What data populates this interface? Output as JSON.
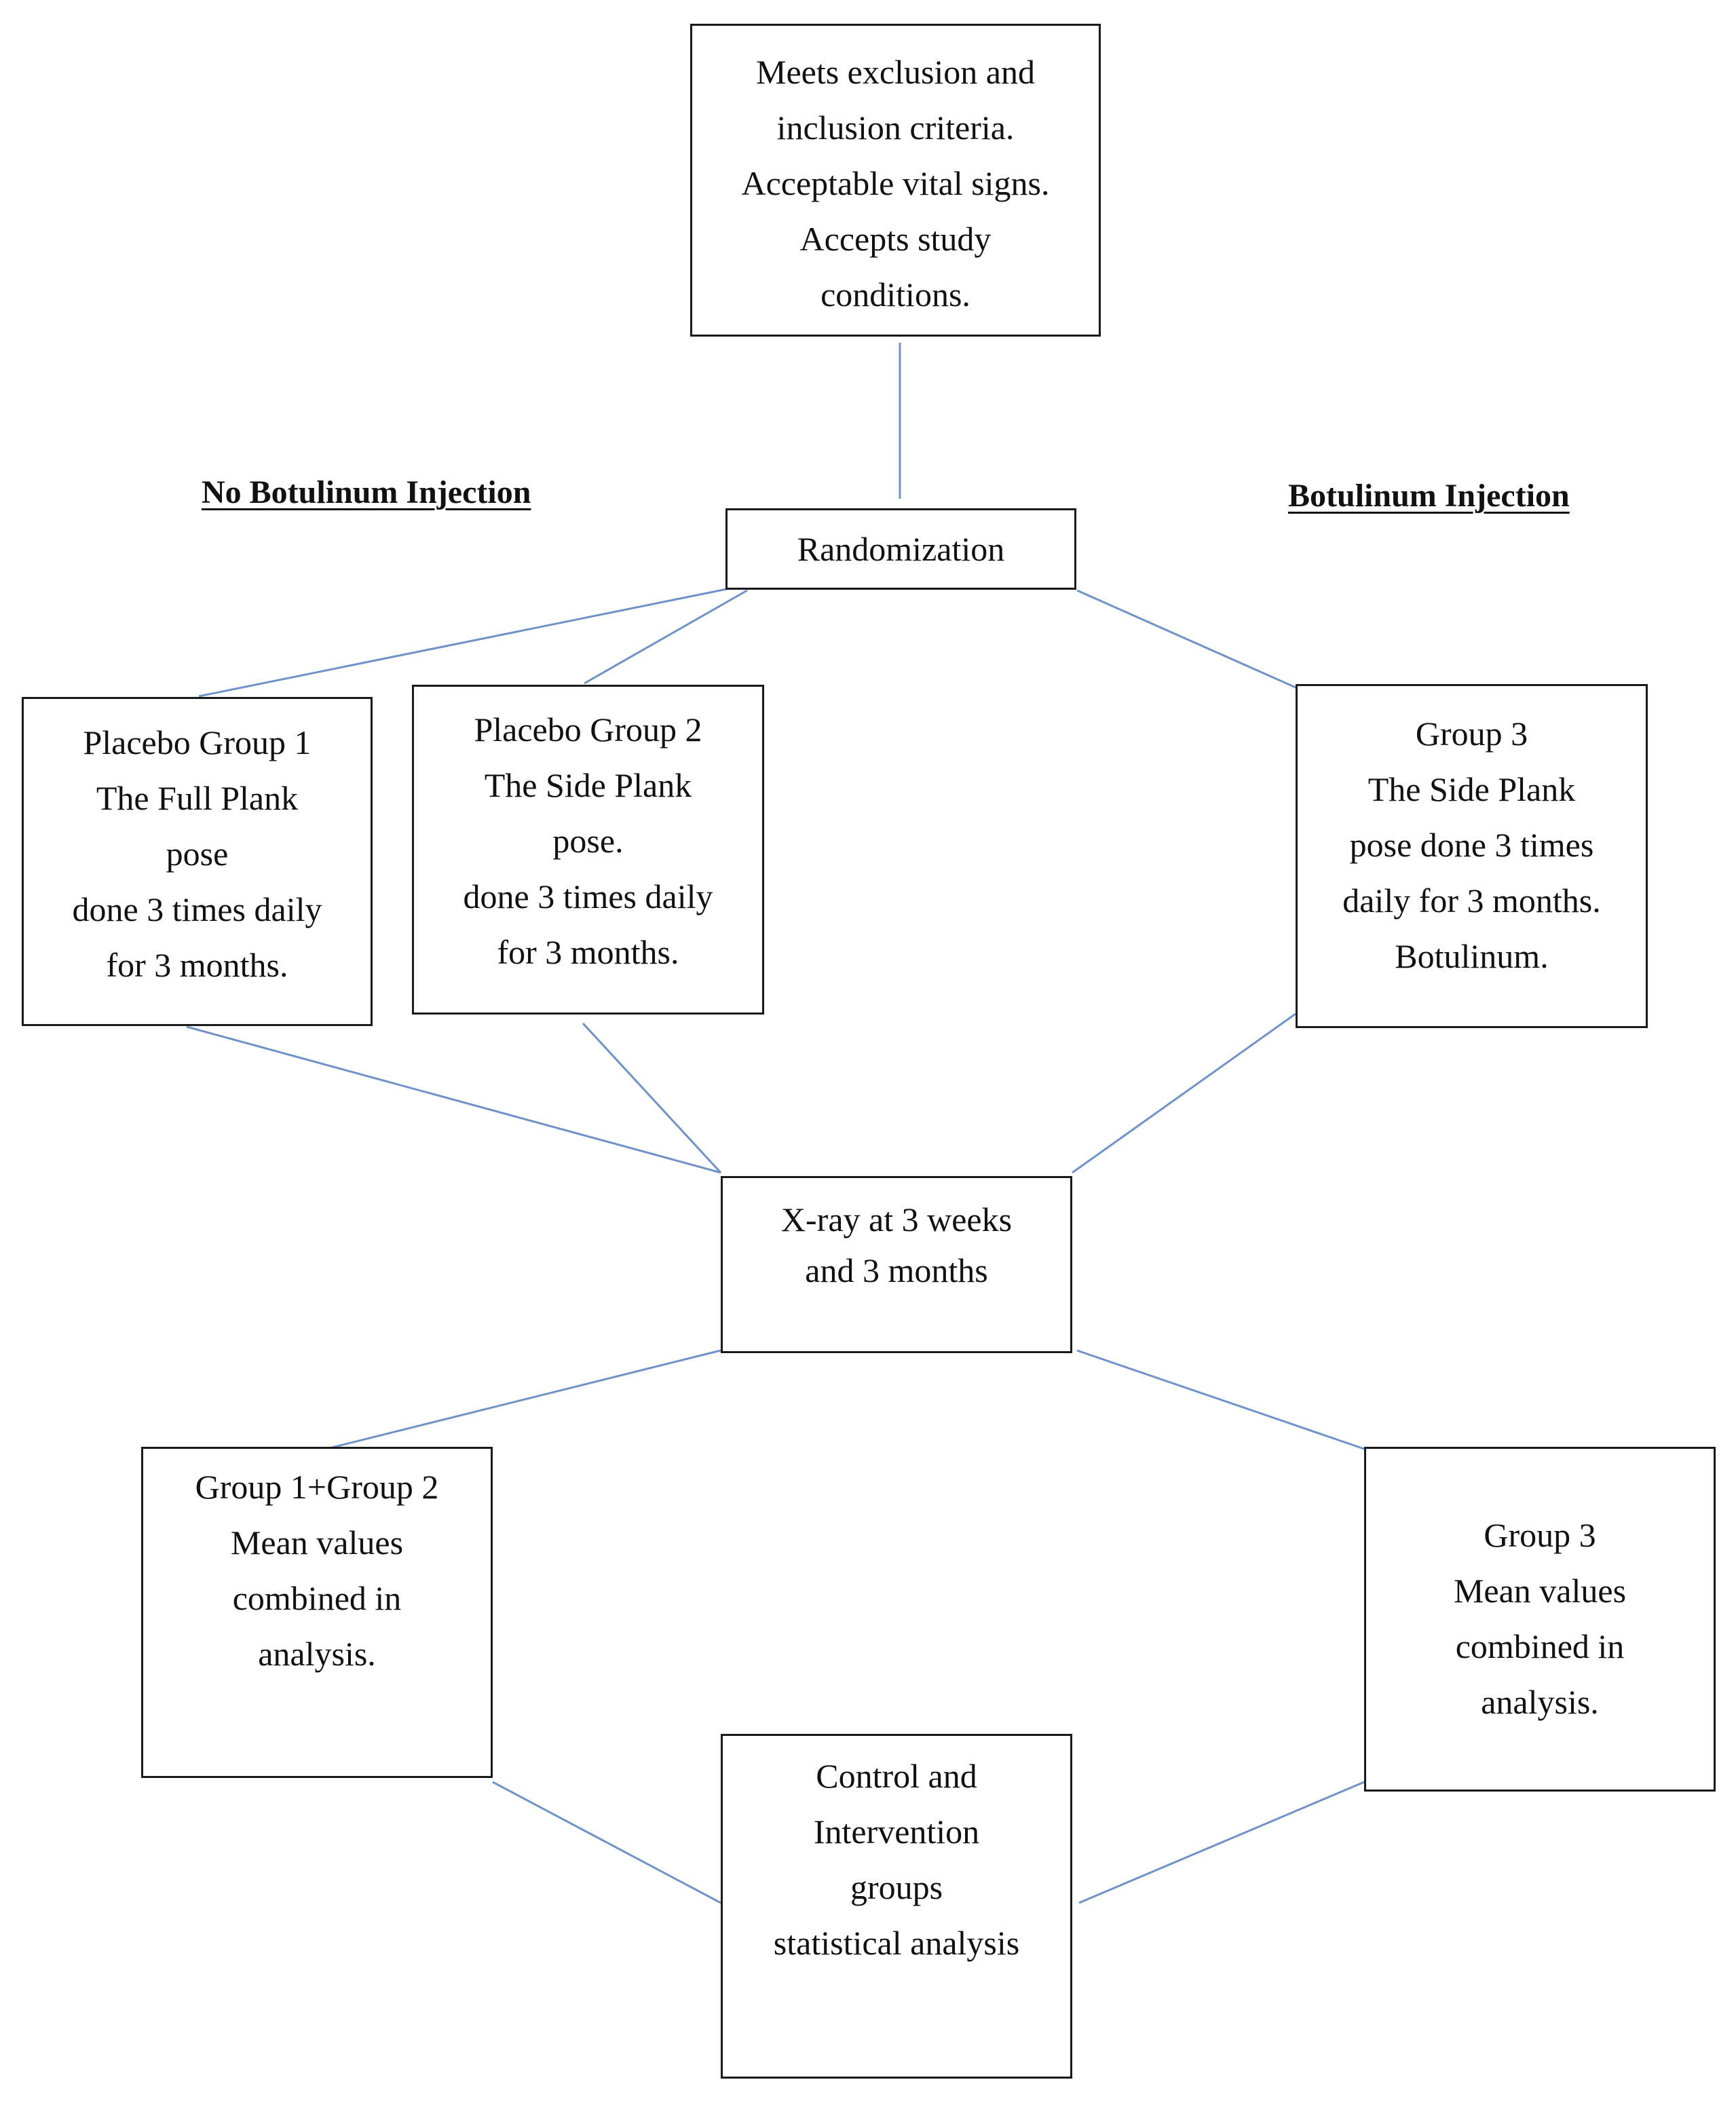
{
  "colors": {
    "connector": "#6f93c9",
    "border": "#1a1a1a",
    "text": "#111111"
  },
  "headings": {
    "left": "No Botulinum Injection",
    "right": "Botulinum Injection"
  },
  "boxes": {
    "criteria": {
      "lines": [
        "Meets exclusion and",
        "inclusion criteria.",
        "Acceptable vital signs.",
        "Accepts study",
        "conditions."
      ]
    },
    "randomization": {
      "lines": [
        "Randomization"
      ]
    },
    "placebo1": {
      "lines": [
        "Placebo Group 1",
        "The Full Plank",
        "pose",
        "done 3 times daily",
        "for 3 months."
      ]
    },
    "placebo2": {
      "lines": [
        "Placebo Group 2",
        "The Side Plank",
        "pose.",
        "done 3 times daily",
        "for 3 months."
      ]
    },
    "group3": {
      "lines": [
        "Group 3",
        "The Side Plank",
        "pose done 3 times",
        "daily for 3 months.",
        "Botulinum."
      ]
    },
    "xray": {
      "lines": [
        "X-ray at 3 weeks",
        "and 3 months"
      ]
    },
    "combined12": {
      "lines": [
        "Group 1+Group 2",
        "Mean values",
        "combined in",
        "analysis."
      ]
    },
    "combined3": {
      "lines": [
        "Group 3",
        "Mean values",
        "combined in",
        "analysis."
      ]
    },
    "analysis": {
      "lines": [
        "Control and",
        "Intervention",
        "groups",
        "statistical analysis"
      ]
    }
  }
}
